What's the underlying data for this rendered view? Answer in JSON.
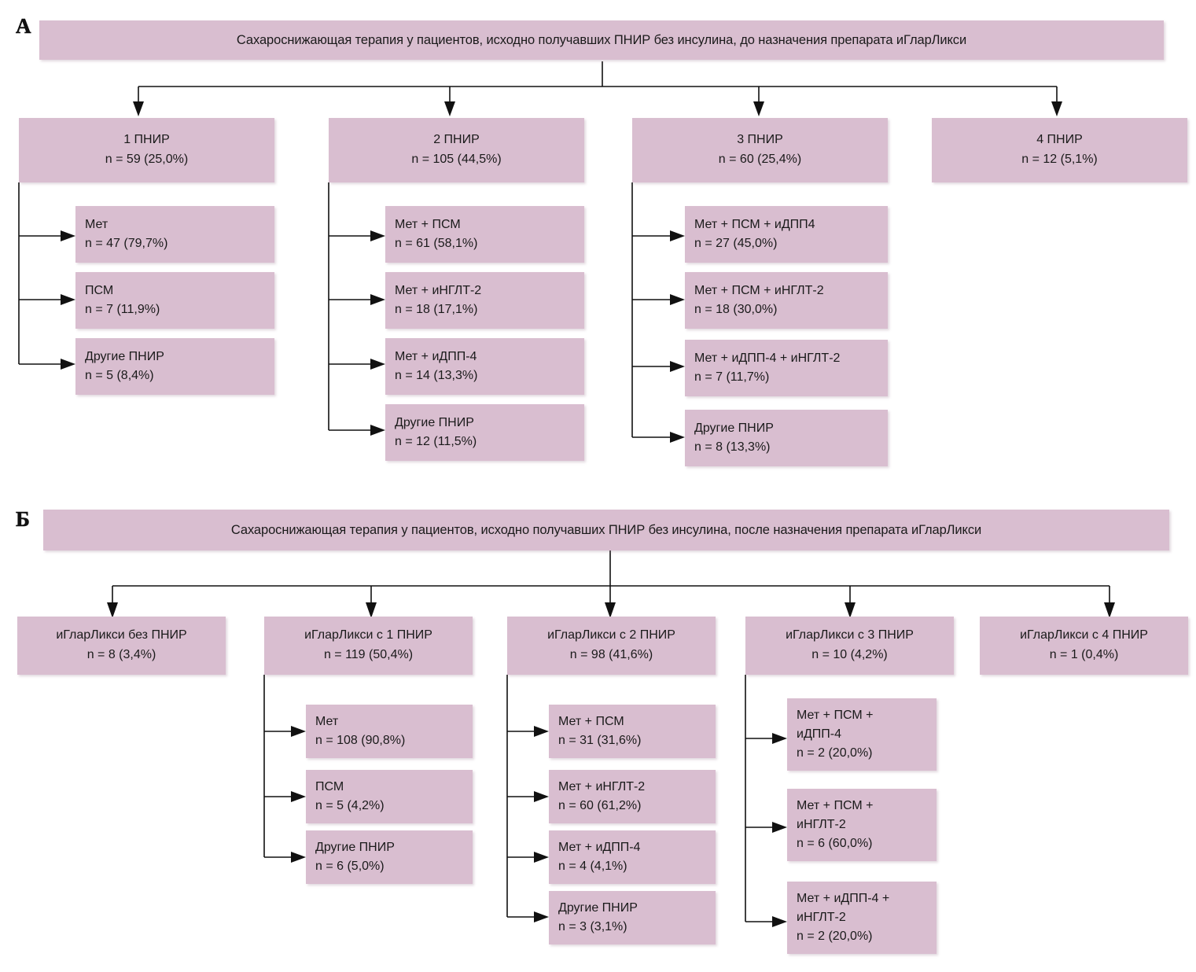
{
  "figure": {
    "panels": [
      {
        "letter": "А",
        "title": "Сахароснижающая терапия у пациентов, исходно получавших ПНИР без инсулина, до назначения препарата иГларЛикси",
        "columns": [
          {
            "head_label": "1 ПНИР",
            "head_n": "n = 59 (25,0%)",
            "children": [
              {
                "label": "Мет",
                "n": "n = 47 (79,7%)"
              },
              {
                "label": "ПСМ",
                "n": "n = 7 (11,9%)"
              },
              {
                "label": "Другие ПНИР",
                "n": "n = 5 (8,4%)"
              }
            ]
          },
          {
            "head_label": "2 ПНИР",
            "head_n": "n = 105 (44,5%)",
            "children": [
              {
                "label": "Мет + ПСМ",
                "n": "n = 61 (58,1%)"
              },
              {
                "label": "Мет + иНГЛТ-2",
                "n": "n = 18 (17,1%)"
              },
              {
                "label": "Мет + иДПП-4",
                "n": "n = 14 (13,3%)"
              },
              {
                "label": "Другие ПНИР",
                "n": "n = 12 (11,5%)"
              }
            ]
          },
          {
            "head_label": "3 ПНИР",
            "head_n": "n = 60 (25,4%)",
            "children": [
              {
                "label": "Мет + ПСМ + иДПП4",
                "n": "n = 27 (45,0%)"
              },
              {
                "label": "Мет + ПСМ + иНГЛТ-2",
                "n": "n = 18 (30,0%)"
              },
              {
                "label": "Мет + иДПП-4 + иНГЛТ-2",
                "n": "n = 7 (11,7%)"
              },
              {
                "label": "Другие ПНИР",
                "n": "n = 8 (13,3%)"
              }
            ]
          },
          {
            "head_label": "4 ПНИР",
            "head_n": "n = 12 (5,1%)",
            "children": []
          }
        ]
      },
      {
        "letter": "Б",
        "title": "Сахароснижающая терапия у пациентов, исходно получавших ПНИР без инсулина, после назначения препарата иГларЛикси",
        "columns": [
          {
            "head_label": "иГларЛикси без ПНИР",
            "head_n": "n = 8 (3,4%)",
            "children": []
          },
          {
            "head_label": "иГларЛикси с 1 ПНИР",
            "head_n": "n = 119 (50,4%)",
            "children": [
              {
                "label": "Мет",
                "n": "n = 108 (90,8%)"
              },
              {
                "label": "ПСМ",
                "n": "n = 5 (4,2%)"
              },
              {
                "label": "Другие ПНИР",
                "n": "n = 6 (5,0%)"
              }
            ]
          },
          {
            "head_label": "иГларЛикси с 2 ПНИР",
            "head_n": "n = 98 (41,6%)",
            "children": [
              {
                "label": "Мет + ПСМ",
                "n": "n = 31 (31,6%)"
              },
              {
                "label": "Мет + иНГЛТ-2",
                "n": "n = 60 (61,2%)"
              },
              {
                "label": "Мет + иДПП-4",
                "n": "n = 4 (4,1%)"
              },
              {
                "label": "Другие ПНИР",
                "n": "n = 3 (3,1%)"
              }
            ]
          },
          {
            "head_label": "иГларЛикси с 3 ПНИР",
            "head_n": "n = 10 (4,2%)",
            "children": [
              {
                "label": "Мет + ПСМ +",
                "label2": "иДПП-4",
                "n": "n = 2 (20,0%)"
              },
              {
                "label": "Мет + ПСМ +",
                "label2": "иНГЛТ-2",
                "n": "n = 6 (60,0%)"
              },
              {
                "label": "Мет + иДПП-4 +",
                "label2": "иНГЛТ-2",
                "n": "n = 2 (20,0%)"
              }
            ]
          },
          {
            "head_label": "иГларЛикси с 4 ПНИР",
            "head_n": "n = 1 (0,4%)",
            "children": []
          }
        ]
      }
    ],
    "colors": {
      "box_fill": "#d9bed0",
      "text": "#1a1a1a",
      "connector": "#111111",
      "background": "#ffffff"
    }
  }
}
